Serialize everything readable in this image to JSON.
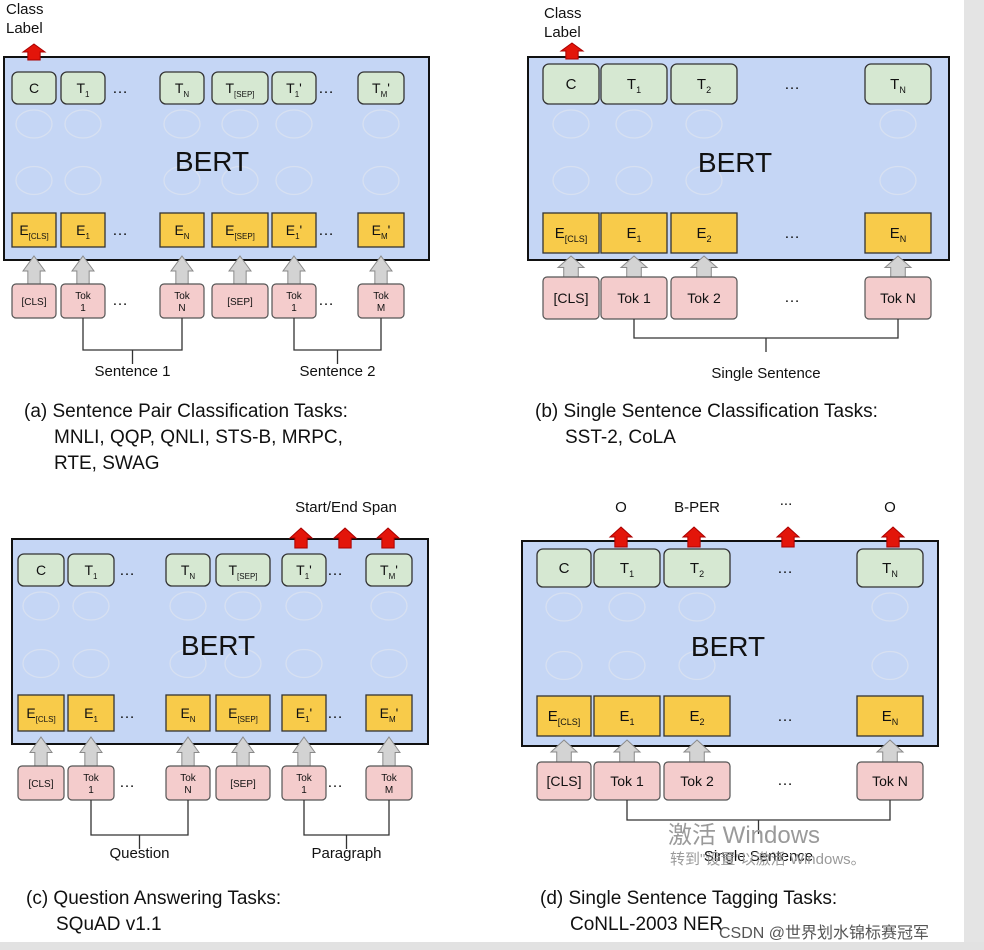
{
  "panels": [
    {
      "id": "a",
      "top_label": [
        "Class",
        "Label"
      ],
      "bert": "BERT",
      "outputs": [
        "C",
        "T|1",
        "…",
        "T|N",
        "T|[SEP]",
        "T|1|'",
        "…",
        "T|M|'"
      ],
      "embeddings": [
        "E|[CLS]",
        "E|1",
        "…",
        "E|N",
        "E|[SEP]",
        "E|1|'",
        "…",
        "E|M|'"
      ],
      "tokens": [
        "[CLS]",
        "Tok\n1",
        "…",
        "Tok\nN",
        "[SEP]",
        "Tok\n1",
        "…",
        "Tok\nM"
      ],
      "groups": [
        "Sentence 1",
        "Sentence 2"
      ],
      "caption": [
        "(a) Sentence Pair Classification Tasks:",
        "MNLI, QQP, QNLI, STS-B, MRPC,",
        "RTE, SWAG"
      ]
    },
    {
      "id": "b",
      "top_label": [
        "Class",
        "Label"
      ],
      "bert": "BERT",
      "outputs": [
        "C",
        "T|1",
        "T|2",
        "…",
        "T|N"
      ],
      "embeddings": [
        "E|[CLS]",
        "E|1",
        "E|2",
        "…",
        "E|N"
      ],
      "tokens": [
        "[CLS]",
        "Tok 1",
        "Tok 2",
        "…",
        "Tok N"
      ],
      "groups": [
        "Single Sentence"
      ],
      "caption": [
        "(b) Single Sentence Classification Tasks:",
        "SST-2, CoLA"
      ]
    },
    {
      "id": "c",
      "top_label": [
        "Start/End Span"
      ],
      "bert": "BERT",
      "outputs": [
        "C",
        "T|1",
        "…",
        "T|N",
        "T|[SEP]",
        "T|1|'",
        "…",
        "T|M|'"
      ],
      "embeddings": [
        "E|[CLS]",
        "E|1",
        "…",
        "E|N",
        "E|[SEP]",
        "E|1|'",
        "…",
        "E|M|'"
      ],
      "tokens": [
        "[CLS]",
        "Tok\n1",
        "…",
        "Tok\nN",
        "[SEP]",
        "Tok\n1",
        "…",
        "Tok\nM"
      ],
      "groups": [
        "Question",
        "Paragraph"
      ],
      "caption": [
        "(c) Question Answering Tasks:",
        "SQuAD v1.1"
      ]
    },
    {
      "id": "d",
      "top_label": [
        "O",
        "B-PER",
        "...",
        "O"
      ],
      "bert": "BERT",
      "outputs": [
        "C",
        "T|1",
        "T|2",
        "…",
        "T|N"
      ],
      "embeddings": [
        "E|[CLS]",
        "E|1",
        "E|2",
        "…",
        "E|N"
      ],
      "tokens": [
        "[CLS]",
        "Tok 1",
        "Tok 2",
        "…",
        "Tok N"
      ],
      "groups": [
        "Single Sentence"
      ],
      "caption": [
        "(d) Single Sentence Tagging Tasks:",
        "CoNLL-2003 NER"
      ]
    }
  ],
  "overlay": {
    "activate_title": "激活 Windows",
    "activate_sub": "转到\"设置\"以激活 Windows。",
    "watermark": "CSDN @世界划水锦标赛冠军"
  },
  "colors": {
    "bert_fill": "#c5d6f5",
    "output_fill": "#d6e8d2",
    "embed_fill": "#f8cb4a",
    "token_fill": "#f4cccc",
    "arrow_red": "#e3150a",
    "arrow_gray": "#d3d3d3"
  }
}
